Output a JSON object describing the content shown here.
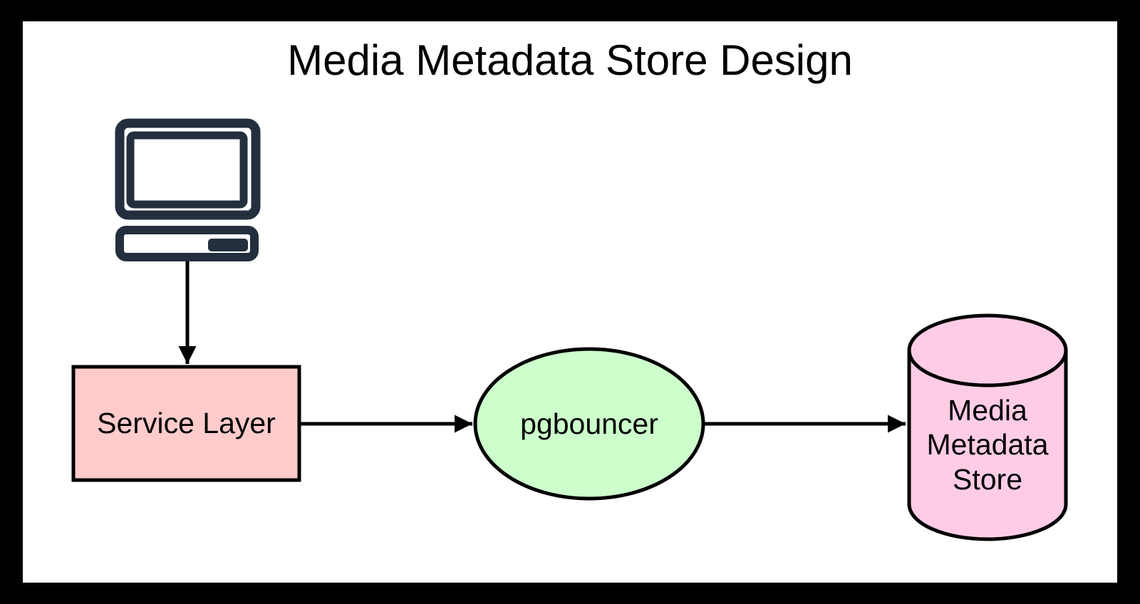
{
  "diagram": {
    "title": "Media Metadata Store Design",
    "colors": {
      "frame": "#000000",
      "canvas": "#FFFFFF",
      "stroke": "#000000",
      "client_icon": "#232F3E"
    },
    "nodes": {
      "client": {
        "shape": "computer-icon",
        "label": ""
      },
      "service_layer": {
        "shape": "rectangle",
        "label": "Service Layer",
        "fill": "#FFCBCB"
      },
      "pgbouncer": {
        "shape": "ellipse",
        "label": "pgbouncer",
        "fill": "#CCFFCC"
      },
      "media_metadata_store": {
        "shape": "cylinder",
        "label": "Media Metadata Store",
        "fill": "#FFCCE6"
      }
    },
    "edges": [
      {
        "from": "client",
        "to": "service_layer",
        "direction": "down"
      },
      {
        "from": "service_layer",
        "to": "pgbouncer",
        "direction": "right"
      },
      {
        "from": "pgbouncer",
        "to": "media_metadata_store",
        "direction": "right"
      }
    ]
  }
}
